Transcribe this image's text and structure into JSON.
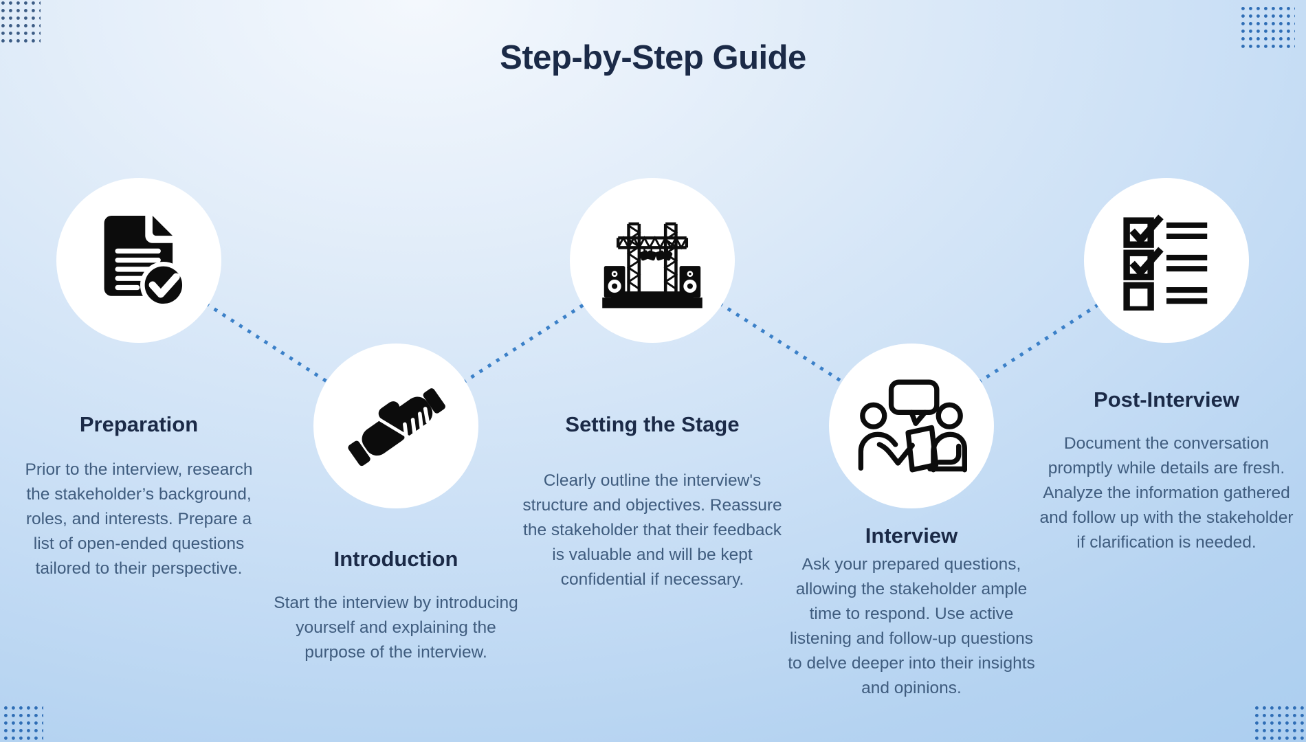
{
  "title": "Step-by-Step Guide",
  "steps": [
    {
      "name": "Preparation",
      "icon": "document-check-icon",
      "description": "Prior to the interview, research the stakeholder’s background, roles, and interests. Prepare a list of open-ended questions tailored to their perspective."
    },
    {
      "name": "Introduction",
      "icon": "handshake-icon",
      "description": "Start the interview by introducing yourself and explaining the purpose of the interview."
    },
    {
      "name": "Setting the Stage",
      "icon": "stage-truss-icon",
      "description": "Clearly outline the interview's structure and objectives. Reassure the stakeholder that their feedback is valuable and will be kept confidential if necessary."
    },
    {
      "name": "Interview",
      "icon": "conversation-icon",
      "description": "Ask your prepared questions, allowing the stakeholder ample time to respond. Use active listening and follow-up questions to delve deeper into their insights and opinions."
    },
    {
      "name": "Post-Interview",
      "icon": "checklist-icon",
      "description": "Document the conversation promptly while details are fresh. Analyze the information gathered and follow up with the stakeholder if clarification is needed."
    }
  ],
  "colors": {
    "heading_text": "#1b2a47",
    "body_text": "#3f5c7e",
    "connector_blue": "#3b80c8",
    "corner_dots_dark": "#3c5c85",
    "corner_dots_blue": "#2e6db5",
    "circle_fill": "#ffffff",
    "icon_black": "#0c0c0c",
    "background_light": "#f4f8fd",
    "background_deep": "#a2c9ee"
  }
}
